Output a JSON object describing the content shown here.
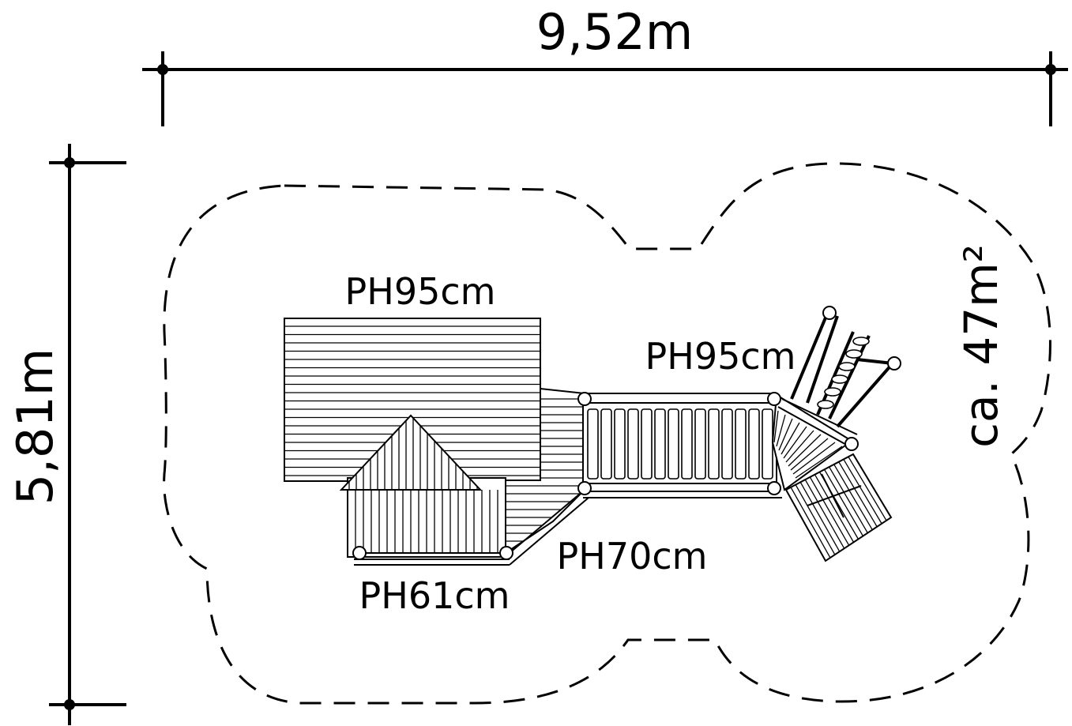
{
  "dimensions": {
    "width": "9,52m",
    "height": "5,81m",
    "area": "ca. 47m²"
  },
  "platforms": {
    "tower_left": "PH95cm",
    "tower_right": "PH95cm",
    "bridge": "PH70cm",
    "house": "PH61cm"
  }
}
